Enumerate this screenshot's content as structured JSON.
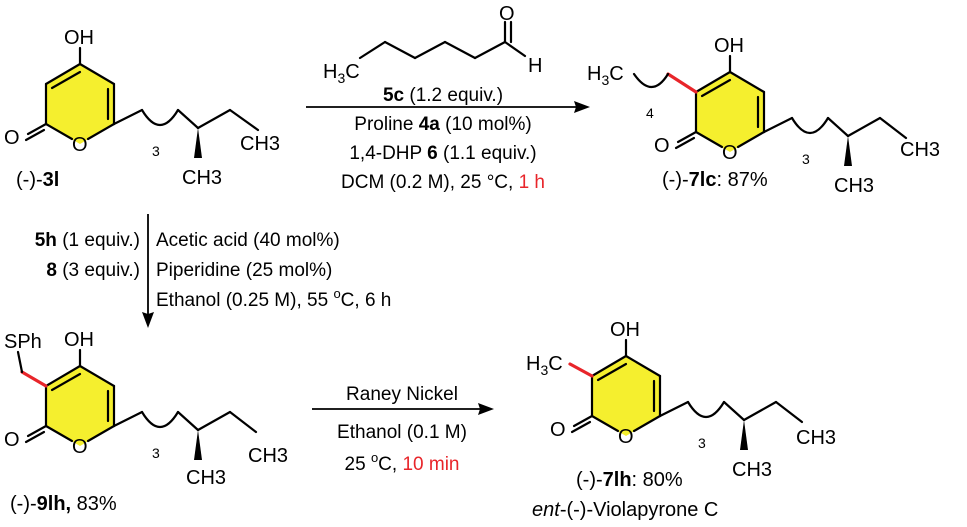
{
  "colors": {
    "ring_fill": "#f5ef2e",
    "new_bond": "#e8252a",
    "highlight_text": "#e8252a",
    "ink": "#000000"
  },
  "atoms": {
    "OH": "OH",
    "O": "O",
    "H3C": "H3C",
    "CH3": "CH3",
    "CH": "CH",
    "H": "H",
    "SPh": "SPh",
    "sub3": "3",
    "sub4": "4"
  },
  "reactions": {
    "top": {
      "aldehyde_formula_prefix": "H",
      "aldehyde_formula_sub": "3",
      "aldehyde_formula_rest": "C",
      "aldehyde_H": "H",
      "aldehyde_O": "O",
      "lines": [
        {
          "bold": "5c",
          "text": " (1.2 equiv.)"
        },
        {
          "pre": "Proline ",
          "bold": "4a",
          "text": " (10 mol%)"
        },
        {
          "pre": "1,4-DHP ",
          "bold": "6",
          "text": " (1.1 equiv.)"
        },
        {
          "pre": "DCM (0.2 M), 25 °C, ",
          "red": "1 h"
        }
      ]
    },
    "left": {
      "reagents": [
        {
          "bold": "5h",
          "text": " (1 equiv.)"
        },
        {
          "bold": "8",
          "text": " (3 equiv.)"
        }
      ],
      "conditions": [
        "Acetic acid (40 mol%)",
        "Piperidine (25 mol%)"
      ],
      "last_pre": "Ethanol (0.25 M), 55 ",
      "last_sup": "o",
      "last_post": "C, 6 h"
    },
    "bottom": {
      "line1": "Raney Nickel",
      "line2": "Ethanol (0.1 M)",
      "line3_pre": "25 ",
      "line3_sup": "o",
      "line3_post": "C, ",
      "line3_red": "10 min"
    }
  },
  "compounds": {
    "c3l": {
      "pre": "(-)-",
      "bold": "3l",
      "post": ""
    },
    "c7lc": {
      "pre": "(-)-",
      "bold": "7lc",
      "post": ": 87%"
    },
    "c9lh": {
      "pre": "(-)-",
      "bold": "9lh,",
      "post": " 83%"
    },
    "c7lh": {
      "pre": "(-)-",
      "bold": "7lh",
      "post": ": 80%"
    },
    "c7lh_name_italic": "ent",
    "c7lh_name_rest": "-(-)-Violapyrone C"
  }
}
